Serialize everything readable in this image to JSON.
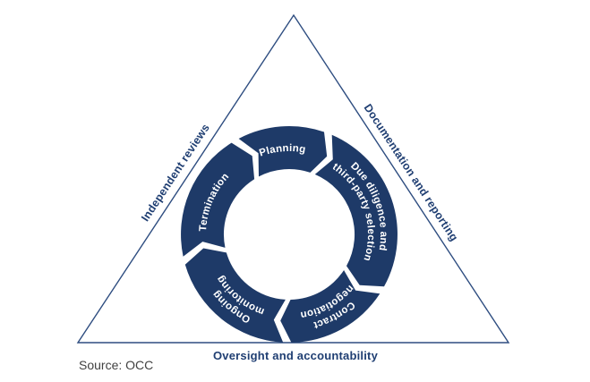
{
  "triangle": {
    "left_label": "Independent reviews",
    "right_label": "Documentation and reporting",
    "bottom_label": "Oversight and accountability"
  },
  "cycle": [
    {
      "id": "planning",
      "label": "Planning",
      "lines": [
        "Planning"
      ]
    },
    {
      "id": "due-diligence",
      "label": "Due diligence and third-party selection",
      "lines": [
        "Due diligence and",
        "third-party selection"
      ]
    },
    {
      "id": "contract-negotiation",
      "label": "Contract negotiation",
      "lines": [
        "Contract",
        "negotiation"
      ]
    },
    {
      "id": "ongoing-monitoring",
      "label": "Ongoing monitoring",
      "lines": [
        "Ongoing",
        "monitoring"
      ]
    },
    {
      "id": "termination",
      "label": "Termination",
      "lines": [
        "Termination"
      ]
    }
  ],
  "source_note": "Source: OCC",
  "colors": {
    "ring_navy": "#1e3a68",
    "triangle_stroke": "#2e4d80",
    "label_navy": "#1f3e72",
    "segment_text": "#ffffff",
    "source_gray": "#414141"
  }
}
